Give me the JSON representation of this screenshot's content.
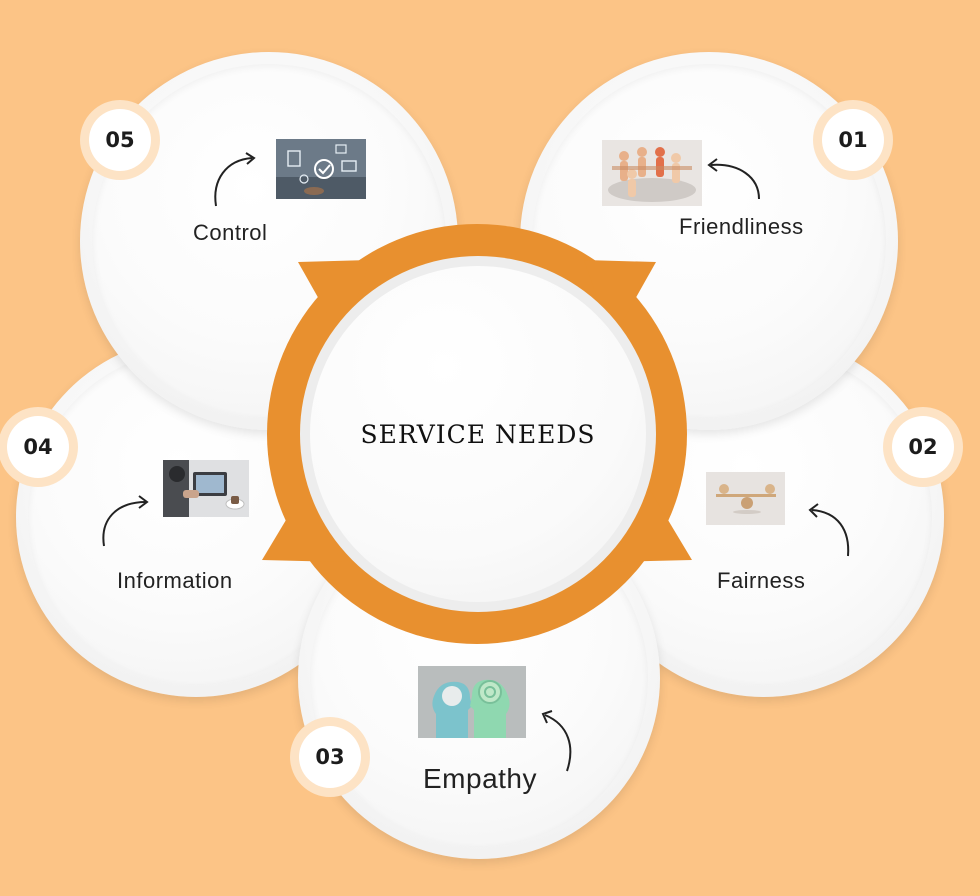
{
  "center": {
    "title": "SERVICE NEEDS"
  },
  "colors": {
    "background": "#fcc486",
    "ring": "#e8902f",
    "badge_outer": "#fde3c5"
  },
  "items": [
    {
      "number": "01",
      "label": "Friendliness",
      "image": "paper-people-circle"
    },
    {
      "number": "02",
      "label": "Fairness",
      "image": "balance-scale"
    },
    {
      "number": "03",
      "label": "Empathy",
      "image": "two-heads-paper"
    },
    {
      "number": "04",
      "label": "Information",
      "image": "person-tablet"
    },
    {
      "number": "05",
      "label": "Control",
      "image": "control-dashboard"
    }
  ]
}
